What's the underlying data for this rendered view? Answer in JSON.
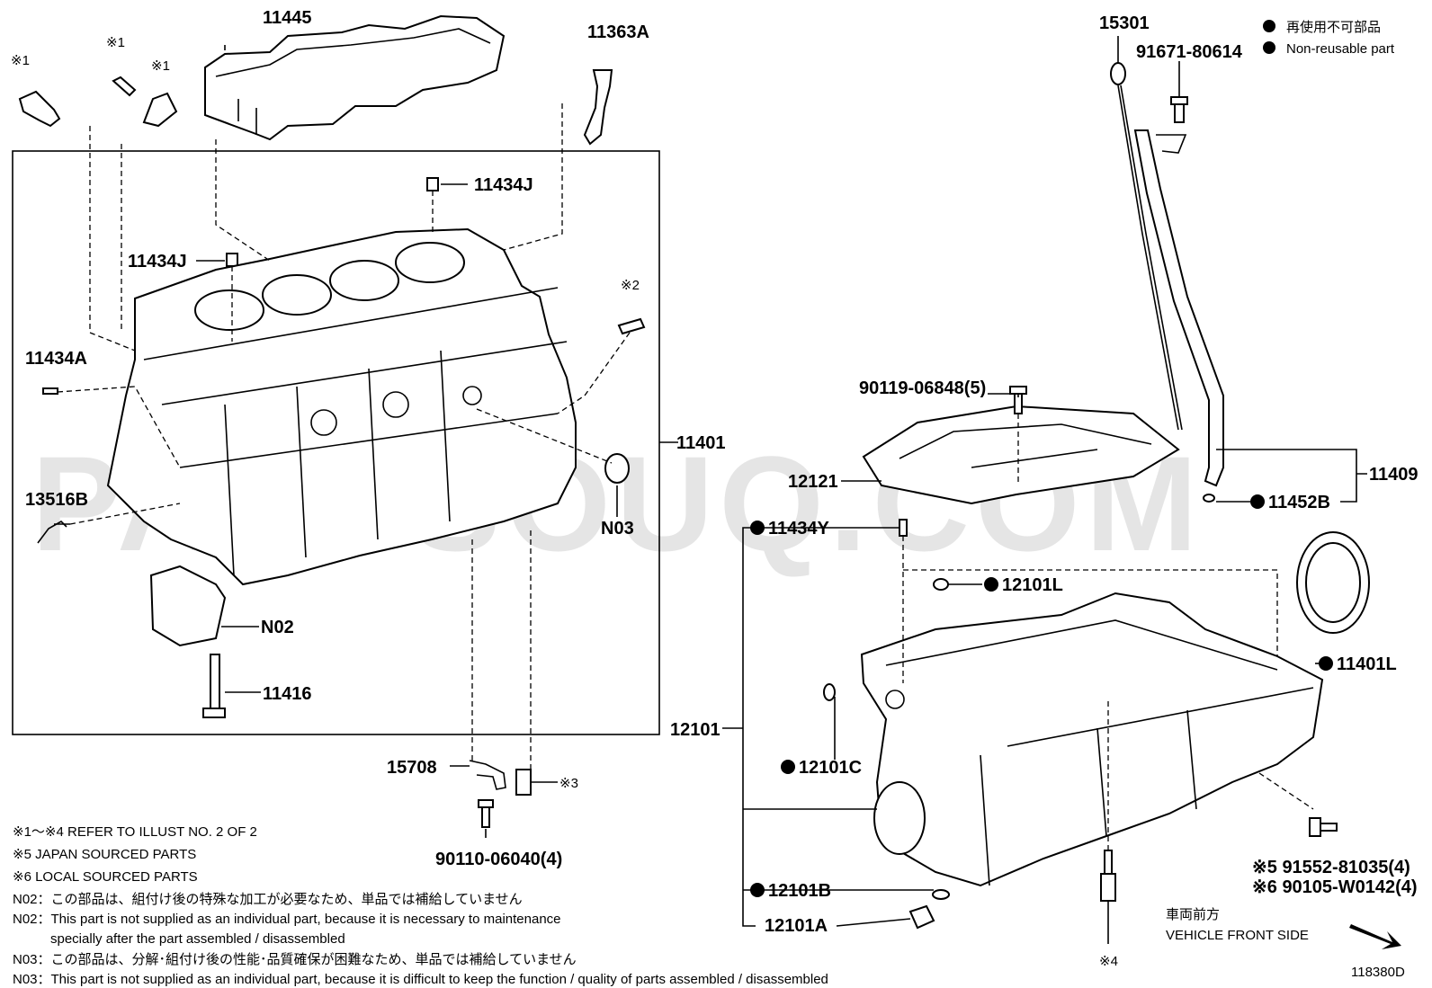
{
  "watermark": "PARTSOUQ.COM",
  "legend": {
    "jp": "再使用不可部品",
    "en": "Non-reusable part"
  },
  "labels": {
    "p11445": "11445",
    "p11363A": "11363A",
    "p15301": "15301",
    "p91671": "91671-80614",
    "p11434J_top": "11434J",
    "p11434J_left": "11434J",
    "ref1a": "※1",
    "ref1b": "※1",
    "ref1c": "※1",
    "ref2": "※2",
    "ref3": "※3",
    "ref4": "※4",
    "p11434A": "11434A",
    "p13516B": "13516B",
    "p11401": "11401",
    "pN03": "N03",
    "pN02": "N02",
    "p11416": "11416",
    "p15708": "15708",
    "p90110": "90110-06040(4)",
    "p90119": "90119-06848(5)",
    "p12121": "12121",
    "p11409": "11409",
    "p11452B": "11452B",
    "p11434Y": "11434Y",
    "p12101L": "12101L",
    "p11401L": "11401L",
    "p12101": "12101",
    "p12101C": "12101C",
    "p12101B": "12101B",
    "p12101A": "12101A",
    "p91552": "※5 91552-81035(4)",
    "p90105": "※6 90105-W0142(4)",
    "front_jp": "車両前方",
    "front_en": "VEHICLE FRONT SIDE",
    "code": "118380D"
  },
  "notes": [
    "※1～※4  REFER TO ILLUST NO. 2 OF 2",
    "※5 JAPAN SOURCED PARTS",
    "※6 LOCAL SOURCED PARTS",
    "N02：この部品は、組付け後の特殊な加工が必要なため、単品では補給していません",
    "N02：This part is not supplied as an individual part, because it is necessary to maintenance",
    "specially after the part assembled / disassembled",
    "N03：この部品は、分解･組付け後の性能･品質確保が困難なため、単品では補給していません",
    "N03：This part is not supplied as an individual part, because it is difficult to keep the function / quality of parts  assembled / disassembled"
  ]
}
